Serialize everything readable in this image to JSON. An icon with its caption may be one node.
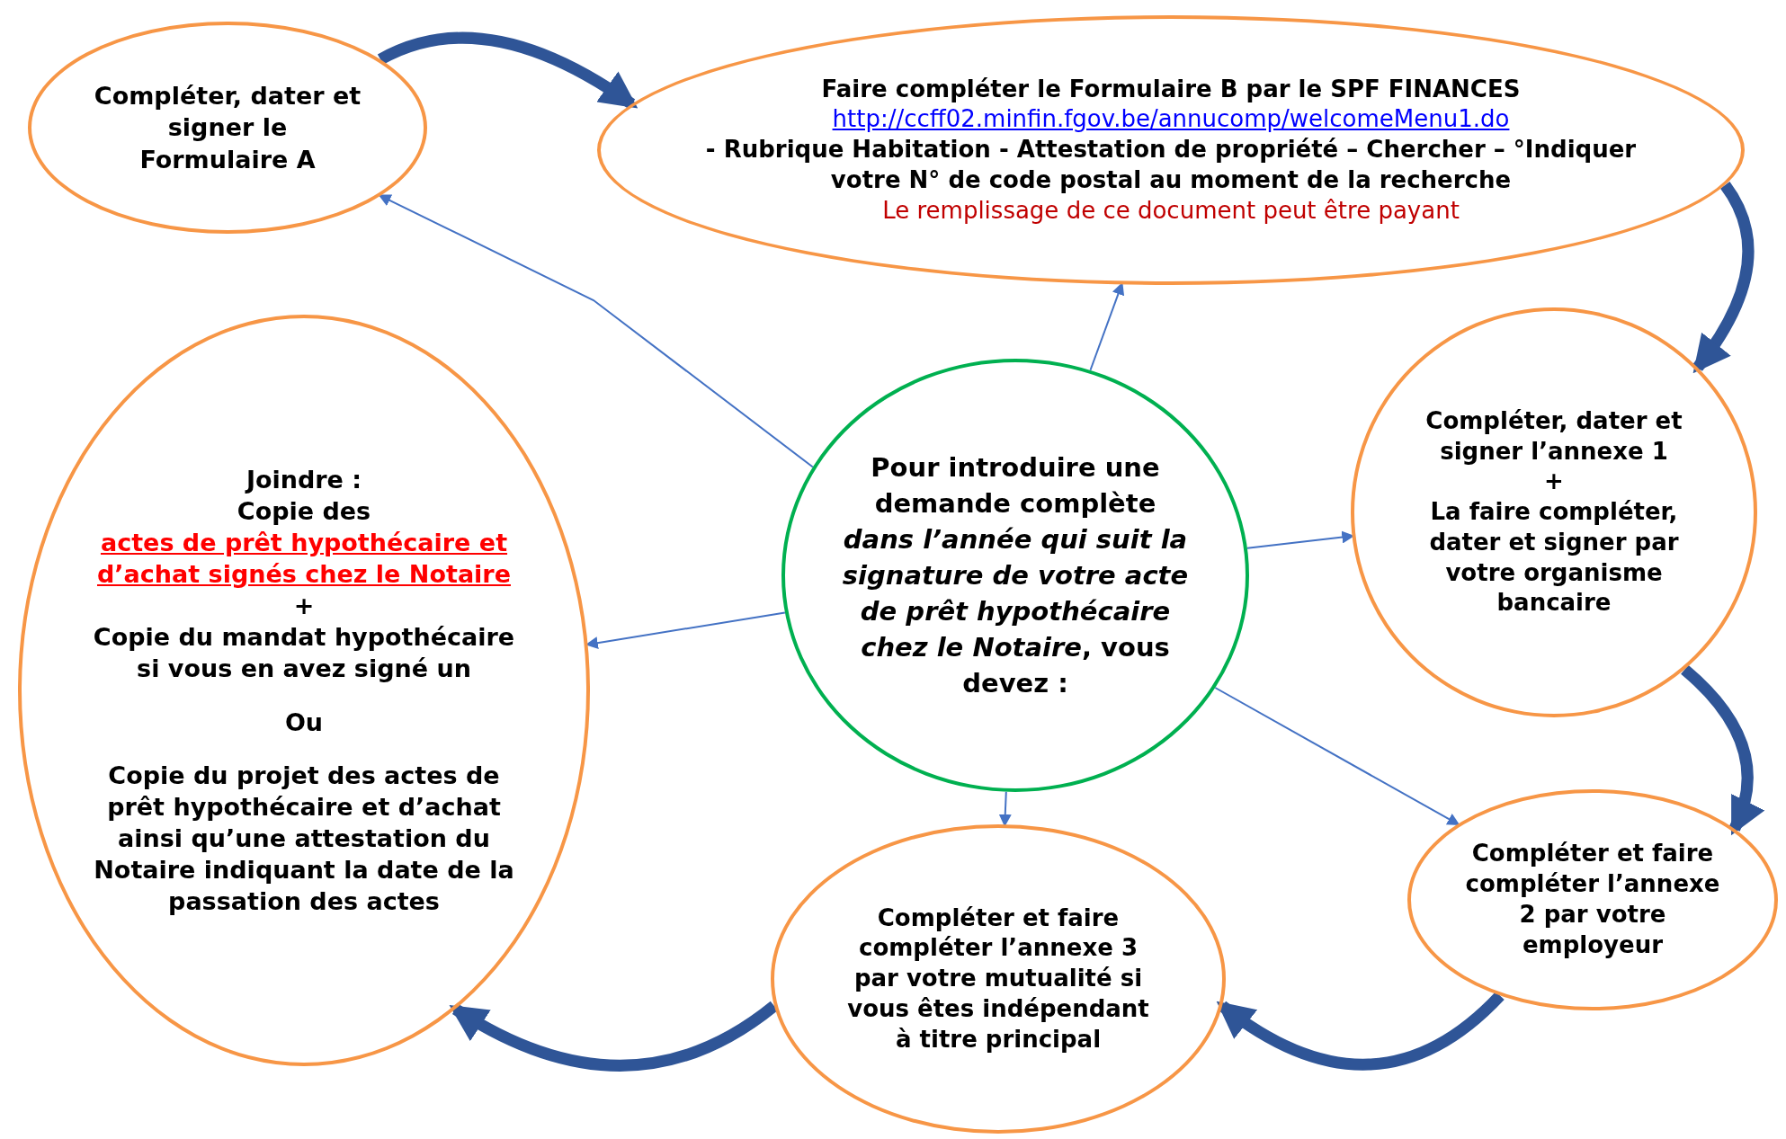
{
  "diagram": {
    "nodes": [
      {
        "text": [
          "Compléter, dater et signer le Formulaire A"
        ]
      },
      {
        "text": [
          "Faire compléter le Formulaire B par le SPF FINANCES",
          "http://ccff02.minfin.fgov.be/annucomp/welcomeMenu1.do",
          "- Rubrique Habitation - Attestation de propriété – Chercher – °Indiquer votre N° de code postal au moment de la recherche",
          "Le remplissage de ce document peut être payant"
        ]
      },
      {
        "text": [
          "Pour introduire une demande complète *dans l’année qui suit la signature de votre acte de prêt hypothécaire chez le Notaire*, vous devez :"
        ]
      },
      {
        "text": [
          "Compléter, dater et signer l’annexe 1",
          "+",
          "La faire compléter, dater et signer par votre organisme bancaire"
        ]
      },
      {
        "text": [
          "Joindre :",
          "Copie des",
          "actes de prêt hypothécaire et d’achat signés chez le Notaire",
          "+",
          "Copie du mandat hypothécaire si vous en avez signé un",
          "Ou",
          "Copie du projet des actes de prêt hypothécaire et d’achat ainsi qu’une attestation du Notaire indiquant la date de la passation des actes"
        ]
      },
      {
        "text": [
          "Compléter et faire compléter l’annexe 2 par votre employeur"
        ]
      },
      {
        "text": [
          "Compléter et faire compléter l’annexe 3 par votre mutualité si vous êtes indépendant à titre principal"
        ]
      }
    ],
    "edges": [
      {
        "from": 2,
        "to": 0,
        "arrow": "to"
      },
      {
        "from": 2,
        "to": 1,
        "arrow": "to"
      },
      {
        "from": 2,
        "to": 3,
        "arrow": "to"
      },
      {
        "from": 2,
        "to": 4,
        "arrow": "to"
      },
      {
        "from": 2,
        "to": 5,
        "arrow": "to"
      },
      {
        "from": 2,
        "to": 6,
        "arrow": "to"
      },
      {
        "from": 0,
        "to": 1,
        "arrow": "to",
        "style": "thick",
        "color": "#2f5597"
      },
      {
        "from": 1,
        "to": 3,
        "arrow": "to",
        "style": "thick",
        "color": "#2f5597"
      },
      {
        "from": 3,
        "to": 5,
        "arrow": "to",
        "style": "thick",
        "color": "#2f5597"
      },
      {
        "from": 5,
        "to": 6,
        "arrow": "to",
        "style": "thick",
        "color": "#2f5597"
      },
      {
        "from": 6,
        "to": 4,
        "arrow": "to",
        "style": "thick",
        "color": "#2f5597"
      }
    ]
  }
}
